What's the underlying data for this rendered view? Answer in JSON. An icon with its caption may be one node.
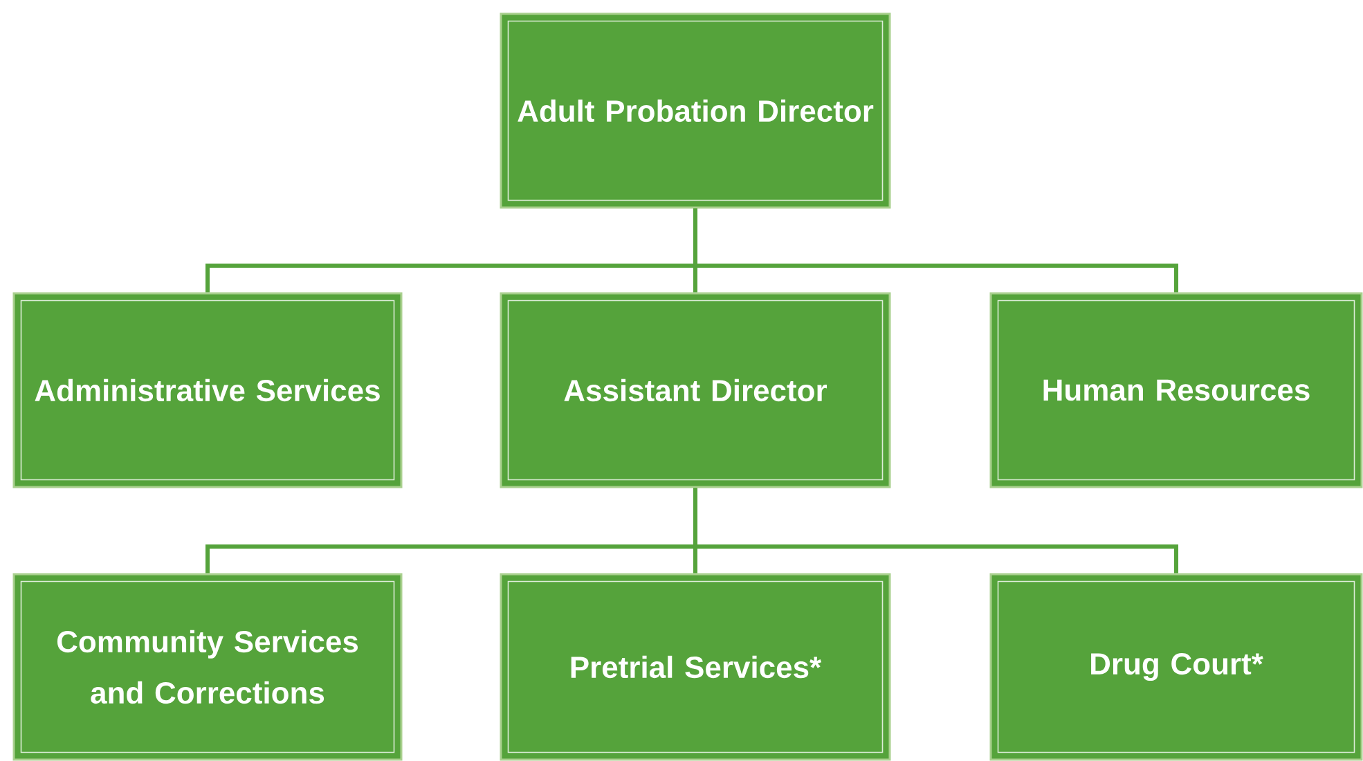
{
  "diagram": {
    "nodes": [
      {
        "text": [
          "Adult Probation Director"
        ]
      },
      {
        "text": [
          "Administrative Services"
        ]
      },
      {
        "text": [
          "Assistant Director"
        ]
      },
      {
        "text": [
          "Human Resources"
        ]
      },
      {
        "text": [
          "Community Services and Corrections"
        ]
      },
      {
        "text": [
          "Pretrial Services*"
        ]
      },
      {
        "text": [
          "Drug Court*"
        ]
      }
    ],
    "edges": [
      {
        "from": 0,
        "to": 1,
        "arrow": "none"
      },
      {
        "from": 0,
        "to": 2,
        "arrow": "none"
      },
      {
        "from": 0,
        "to": 3,
        "arrow": "none"
      },
      {
        "from": 2,
        "to": 4,
        "arrow": "none"
      },
      {
        "from": 2,
        "to": 5,
        "arrow": "none"
      },
      {
        "from": 2,
        "to": 6,
        "arrow": "none"
      }
    ]
  }
}
